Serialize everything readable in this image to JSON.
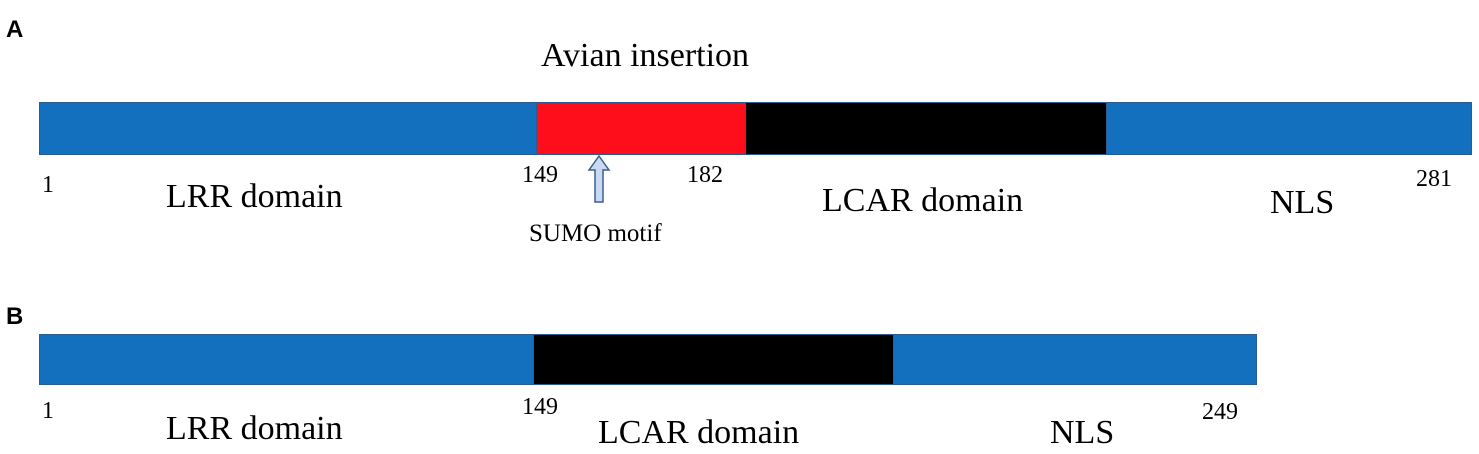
{
  "panel_a": {
    "letter": "A",
    "insertion_label": "Avian insertion",
    "labels": {
      "start": "1",
      "insertion_start": "149",
      "insertion_end": "182",
      "end": "281",
      "lrr": "LRR domain",
      "lcar": "LCAR domain",
      "nls": "NLS",
      "sumo": "SUMO motif"
    },
    "colors": {
      "domain": "#1270be",
      "insertion": "#fe0e1a",
      "lcar": "#000000",
      "arrow": "#c8daf2"
    }
  },
  "panel_b": {
    "letter": "B",
    "labels": {
      "start": "1",
      "lcar_start": "149",
      "end": "249",
      "lrr": "LRR domain",
      "lcar": "LCAR domain",
      "nls": "NLS"
    }
  }
}
